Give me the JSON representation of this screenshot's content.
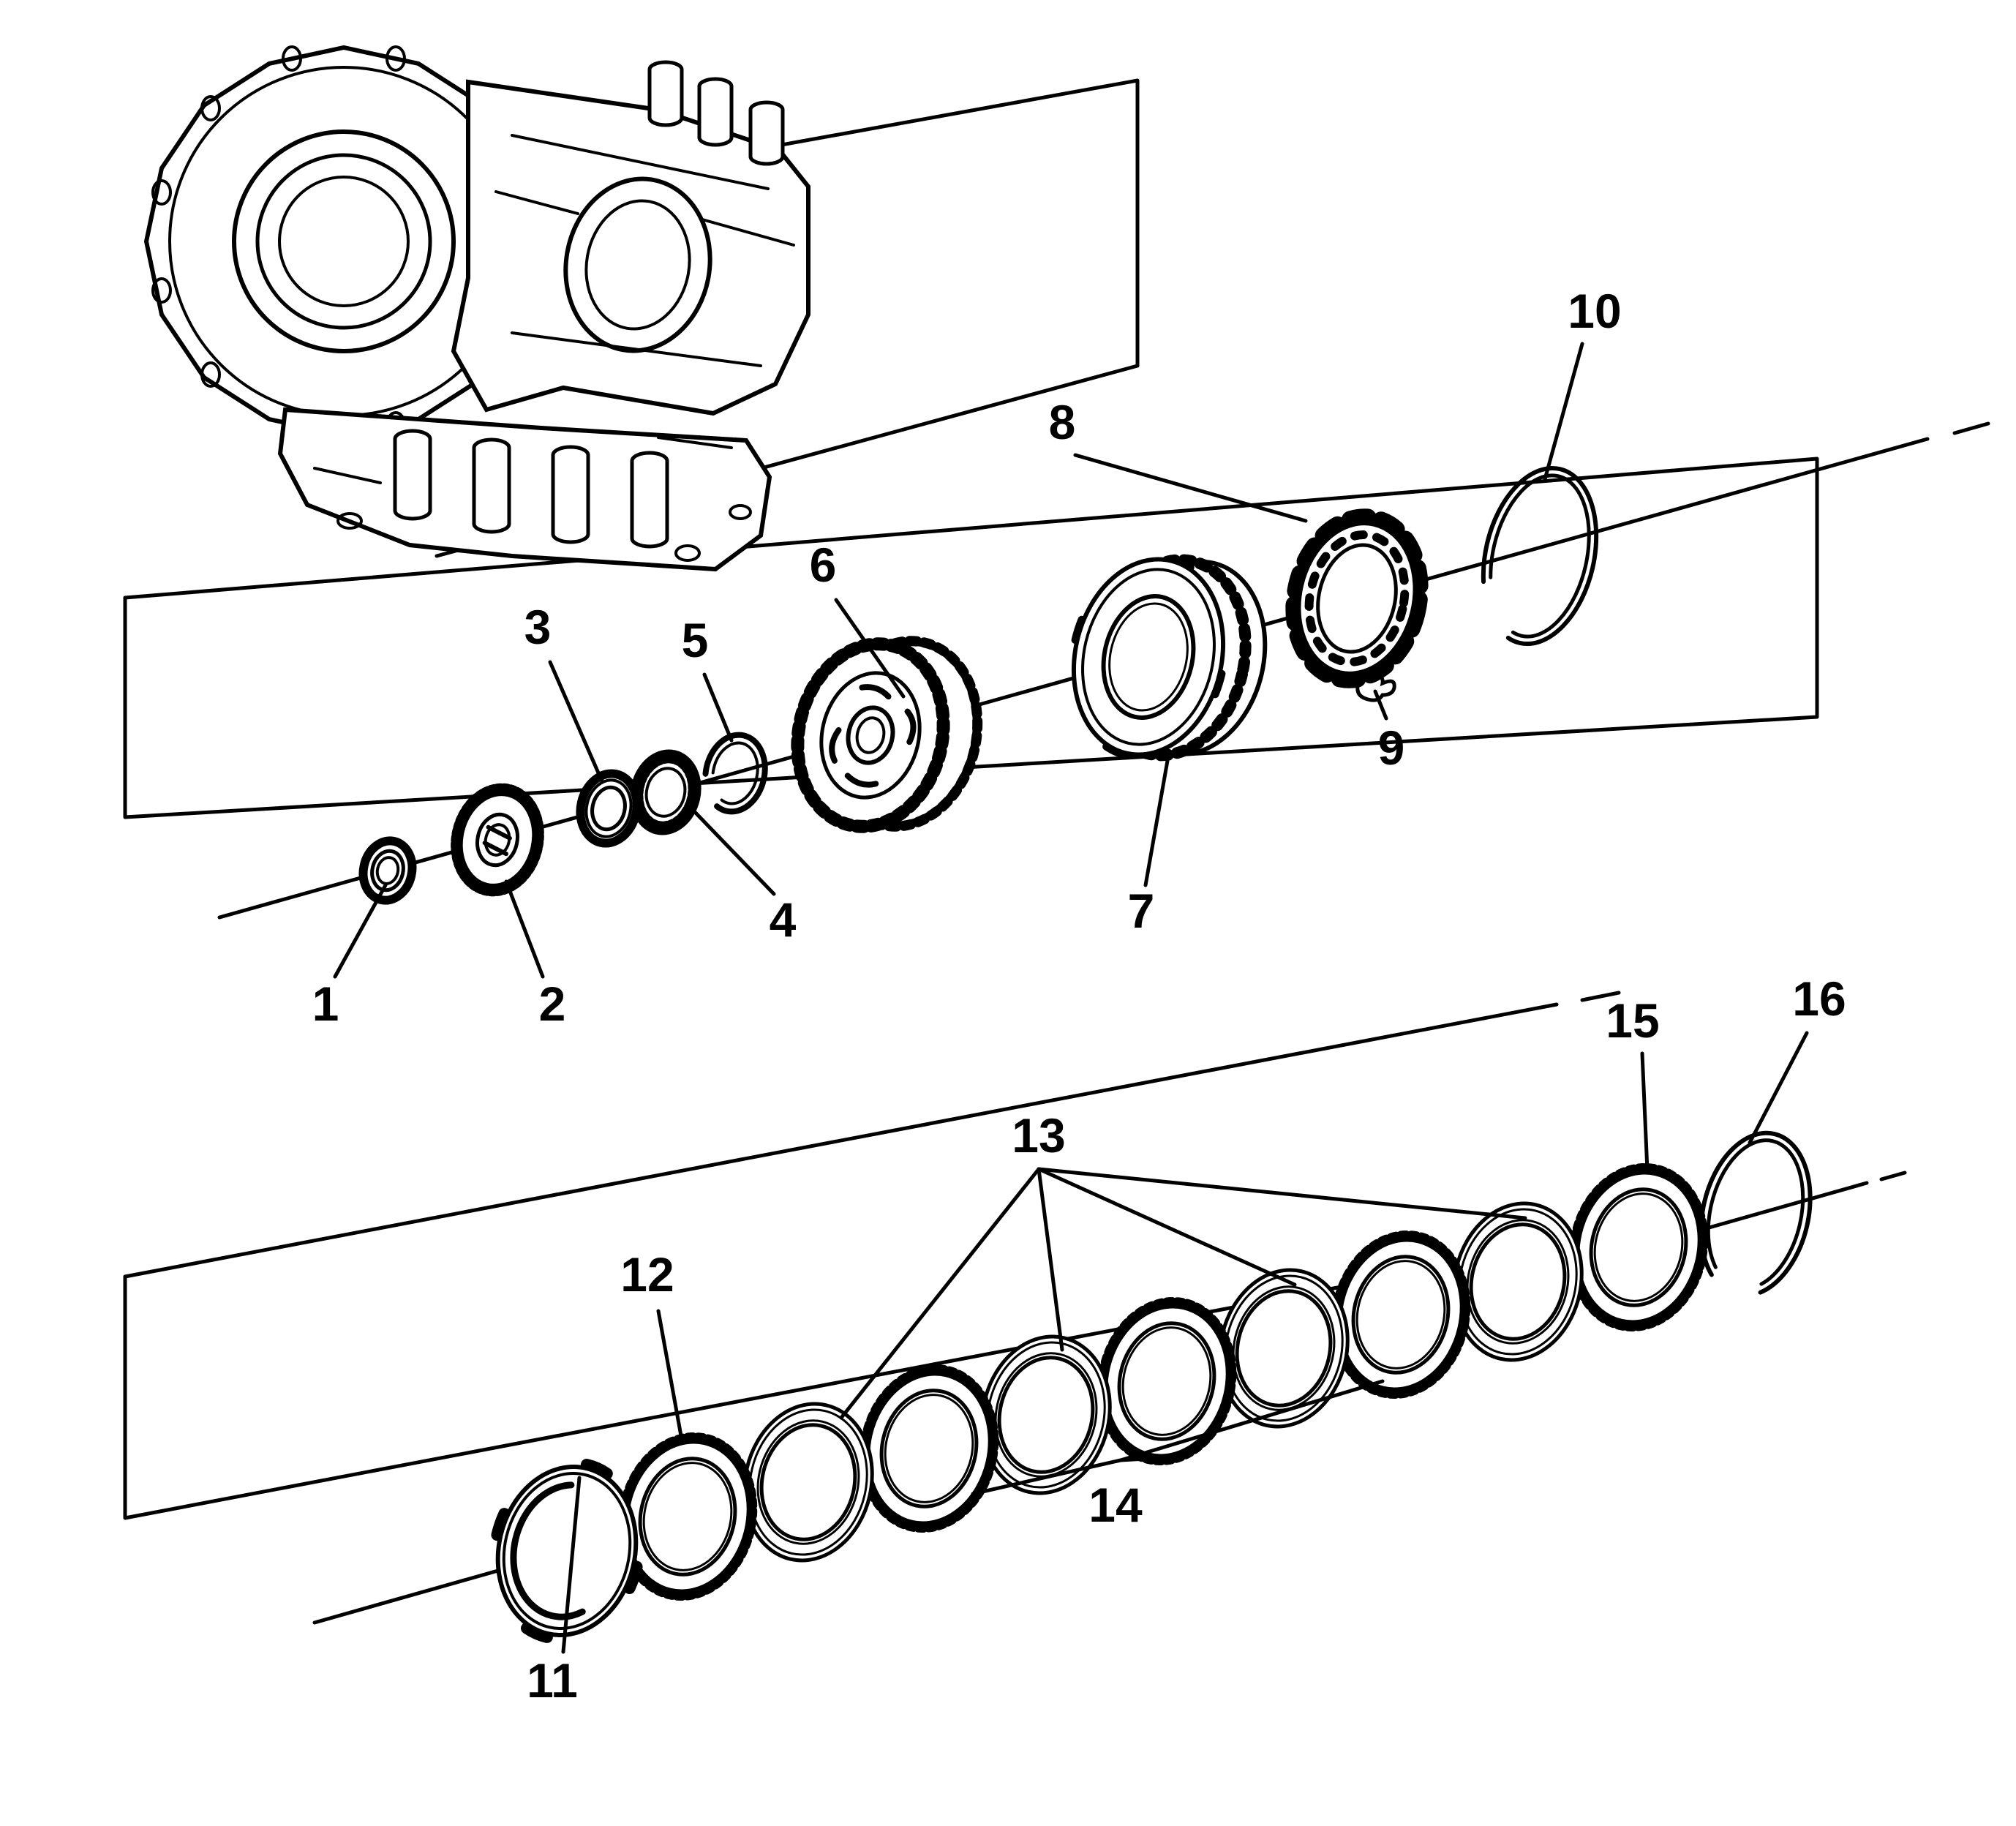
{
  "figure": {
    "type": "exploded-parts-diagram",
    "background_color": "#ffffff",
    "line_color": "#000000",
    "callouts": {
      "c1": {
        "label": "1"
      },
      "c2": {
        "label": "2"
      },
      "c3": {
        "label": "3"
      },
      "c4": {
        "label": "4"
      },
      "c5": {
        "label": "5"
      },
      "c6": {
        "label": "6"
      },
      "c7": {
        "label": "7"
      },
      "c8": {
        "label": "8"
      },
      "c9": {
        "label": "9"
      },
      "c10": {
        "label": "10"
      },
      "c11": {
        "label": "11"
      },
      "c12": {
        "label": "12"
      },
      "c13": {
        "label": "13"
      },
      "c14": {
        "label": "14"
      },
      "c15": {
        "label": "15"
      },
      "c16": {
        "label": "16"
      }
    }
  }
}
